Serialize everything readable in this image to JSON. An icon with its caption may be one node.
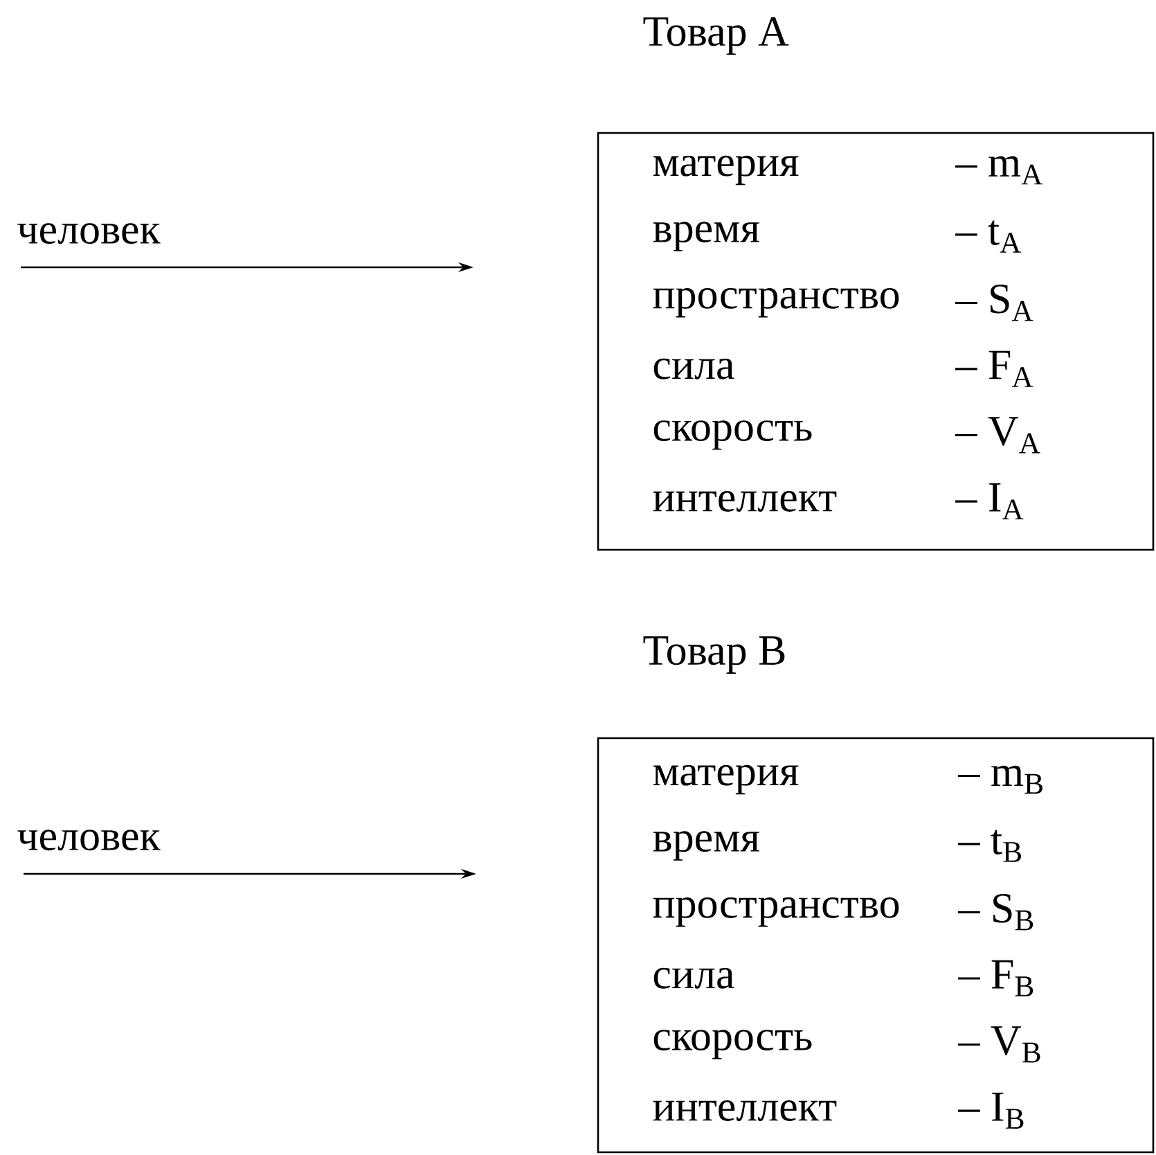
{
  "diagram": {
    "nodes": [
      {
        "text": [
          "человек"
        ]
      },
      {
        "text": [
          "Товар A",
          "материя",
          "– m$_{A}$",
          "время",
          "– t$_{A}$",
          "пространство",
          "– S$_{A}$",
          "сила",
          "– F$_{A}$",
          "скорость",
          "– V$_{A}$",
          "интеллект",
          "– I$_{A}$"
        ]
      },
      {
        "text": [
          "человек"
        ]
      },
      {
        "text": [
          "Товар B",
          "материя",
          "– m$_{B}$",
          "время",
          "– t$_{B}$",
          "пространство",
          "– S$_{B}$",
          "сила",
          "– F$_{B}$",
          "скорость",
          "– V$_{B}$",
          "интеллект",
          "– I$_{B}$"
        ]
      }
    ],
    "edges": [
      {
        "from": 0,
        "to": null,
        "arrow": "to"
      },
      {
        "from": 2,
        "to": null,
        "arrow": "to"
      }
    ]
  }
}
